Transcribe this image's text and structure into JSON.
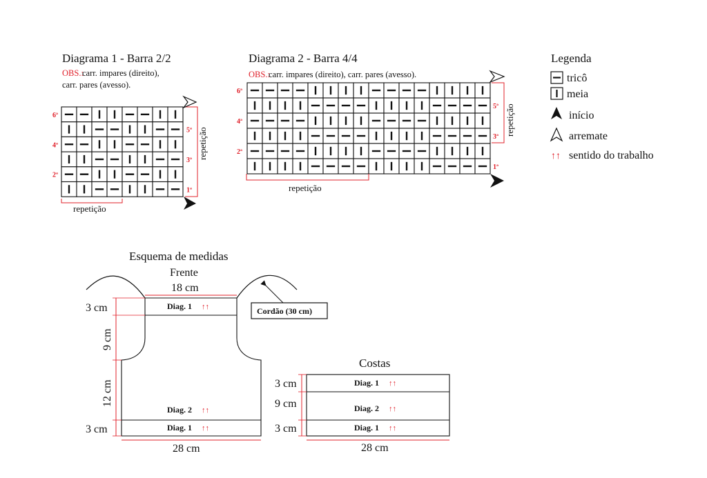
{
  "diagram1": {
    "title": "Diagrama 1 - Barra 2/2",
    "obs_label": "OBS.:",
    "obs_line1": " carr. impares (direito),",
    "obs_line2": "carr. pares (avesso).",
    "rows": [
      "--II--II",
      "II--II--",
      "--II--II",
      "II--II--",
      "--II--II",
      "II--II--"
    ],
    "row_labels_left": [
      "6ª",
      "",
      "4ª",
      "",
      "2ª",
      ""
    ],
    "row_labels_right": [
      "",
      "5ª",
      "",
      "3ª",
      "",
      "1ª"
    ],
    "repeat_h": "repetição",
    "repeat_v": "repetição"
  },
  "diagram2": {
    "title": "Diagrama 2 - Barra 4/4",
    "obs_label": "OBS.:",
    "obs_text": " carr. impares (direito), carr. pares (avesso).",
    "rows": [
      "----IIII----IIII",
      "IIII----IIII----",
      "----IIII----IIII",
      "IIII----IIII----",
      "----IIII----IIII",
      "IIII----IIII----"
    ],
    "row_labels_left": [
      "6ª",
      "",
      "4ª",
      "",
      "2ª",
      ""
    ],
    "row_labels_right": [
      "",
      "5ª",
      "",
      "3ª",
      "",
      "1ª"
    ],
    "repeat_h": "repetição",
    "repeat_v": "repetição"
  },
  "legend": {
    "title": "Legenda",
    "items": [
      {
        "symbol": "trico-symbol",
        "label": "tricô"
      },
      {
        "symbol": "meia-symbol",
        "label": "meia"
      },
      {
        "symbol": "inicio-arrow-icon",
        "label": "início"
      },
      {
        "symbol": "arremate-arrow-icon",
        "label": "arremate"
      },
      {
        "symbol": "sentido-arrows-icon",
        "label": "sentido do trabalho"
      }
    ]
  },
  "scheme": {
    "title": "Esquema de medidas",
    "front_label": "Frente",
    "back_label": "Costas",
    "cord_label": "Cordão (30 cm)",
    "diag1": "Diag. 1",
    "diag2": "Diag. 2",
    "arrows": "↑↑",
    "front_top_width": "18 cm",
    "front_bottom_width": "28 cm",
    "back_width": "28 cm",
    "front_heights": [
      "3 cm",
      "9 cm",
      "12 cm",
      "3 cm"
    ],
    "back_heights": [
      "3 cm",
      "9 cm",
      "3 cm"
    ]
  },
  "colors": {
    "accent": "#e0202a",
    "ink": "#111111"
  }
}
